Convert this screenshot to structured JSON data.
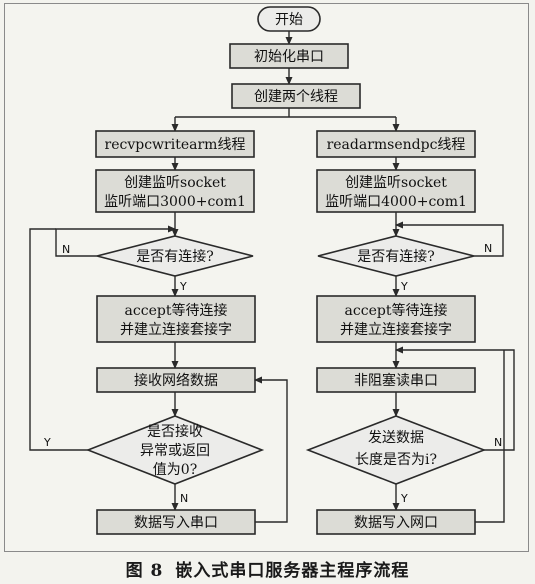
{
  "start": "开始",
  "init_serial": "初始化串口",
  "create_threads": "创建两个线程",
  "left": {
    "thread": "recvpcwritearm线程",
    "socket_1": "创建监听socket",
    "socket_2": "监听端口3000+com1",
    "has_conn": "是否有连接?",
    "accept_1": "accept等待连接",
    "accept_2": "并建立连接套接字",
    "receive": "接收网络数据",
    "check_1": "是否接收",
    "check_2": "异常或返回",
    "check_3": "值为0?",
    "write": "数据写入串口"
  },
  "right": {
    "thread": "readarmsendpc线程",
    "socket_1": "创建监听socket",
    "socket_2": "监听端口4000+com1",
    "has_conn": "是否有连接?",
    "accept_1": "accept等待连接",
    "accept_2": "并建立连接套接字",
    "read": "非阻塞读串口",
    "check_1": "发送数据",
    "check_2": "长度是否为i?",
    "write": "数据写入网口"
  },
  "labels": {
    "y": "Y",
    "n": "N"
  },
  "caption": {
    "fig": "图 8",
    "title": "嵌入式串口服务器主程序流程"
  }
}
